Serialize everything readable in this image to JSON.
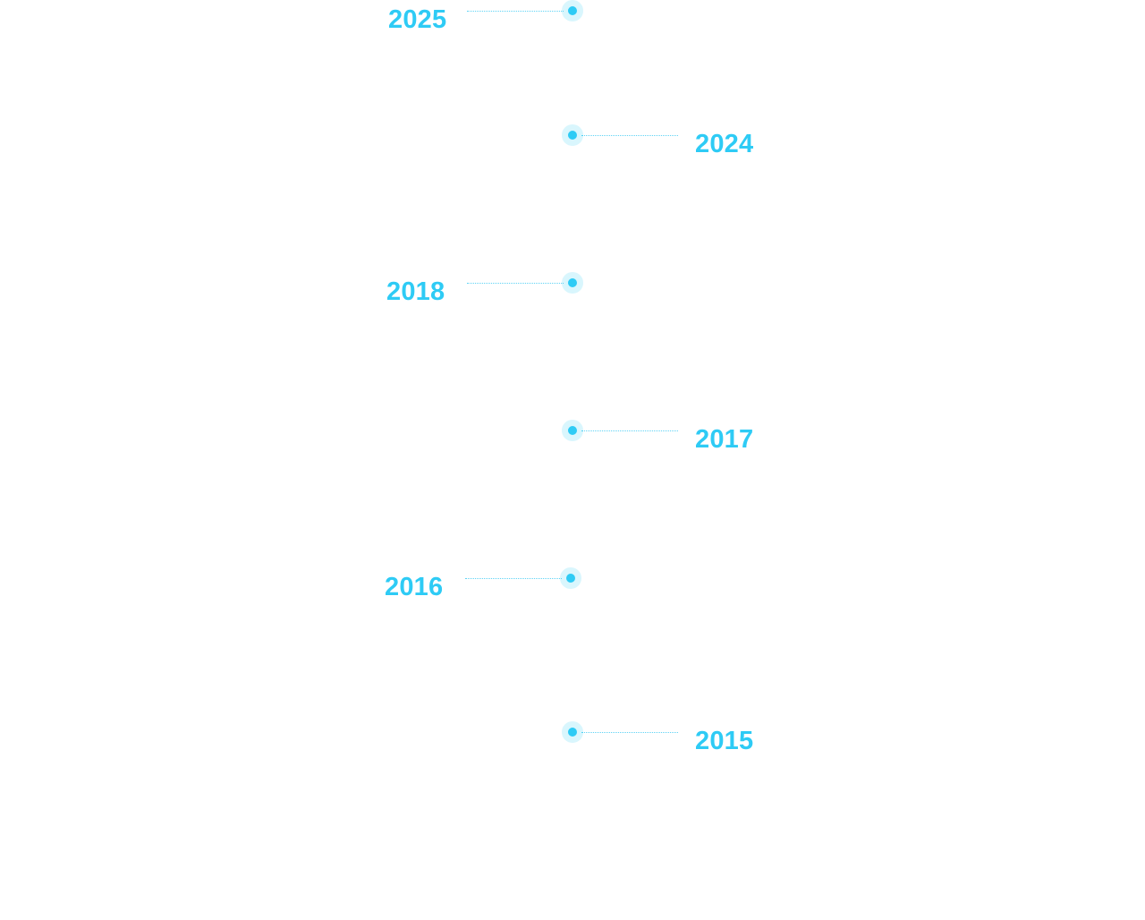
{
  "accent_color": "#2ecbf5",
  "events": [
    {
      "year": "2025"
    },
    {
      "year": "2024"
    },
    {
      "year": "2018"
    },
    {
      "year": "2017"
    },
    {
      "year": "2016"
    },
    {
      "year": "2015"
    }
  ]
}
